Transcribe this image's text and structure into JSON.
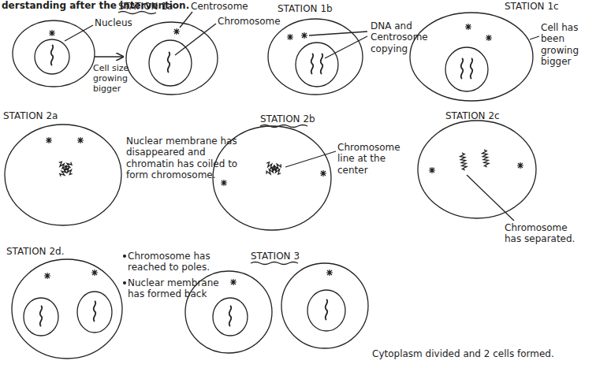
{
  "diagram": {
    "labels": [
      "derstanding after the intervention.",
      "STATION 1a",
      "Nucleus",
      "Centrosome",
      "Chromosome",
      "Cell size growing bigger",
      "STATION 1b",
      "DNA and Centrosome copying",
      "STATION 1c",
      "Cell has been growing bigger",
      "STATION 2a",
      "Nuclear membrane has disappeared and chromatin has coiled to form chromosome.",
      "STATION 2b",
      "Chromosome line at the center",
      "STATION 2c",
      "Chromosome has separated.",
      "STATION 2d.",
      "Chromosome has reached to poles.",
      "Nuclear membrane has formed back",
      "STATION 3",
      "Cytoplasm divided and 2 cells formed."
    ]
  }
}
